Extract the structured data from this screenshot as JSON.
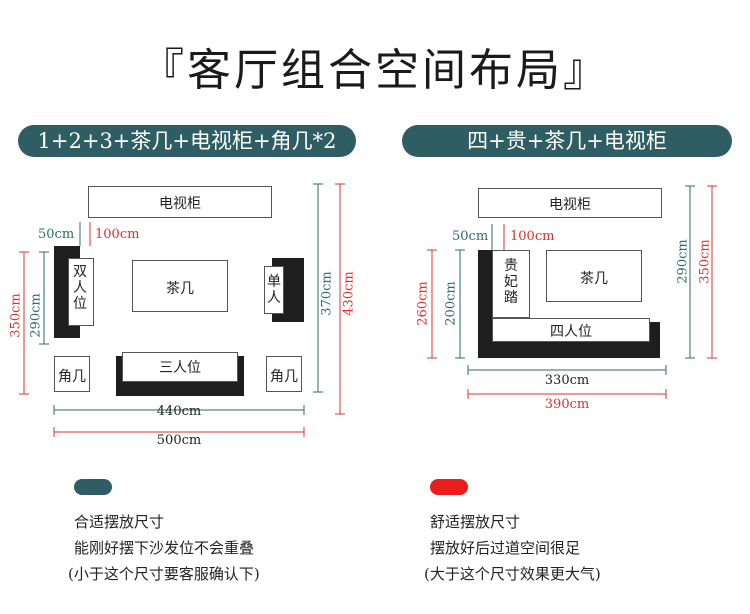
{
  "title": "『客厅组合空间布局』",
  "left_plan": {
    "header": "1+2+3+茶几+电视柜+角几*2",
    "tv_cabinet": "电视柜",
    "coffee_table": "茶几",
    "double_seat": "双人位",
    "single_seat": "单人",
    "triple_seat": "三人位",
    "corner_table_left": "角几",
    "corner_table_right": "角几",
    "dim_50": "50cm",
    "dim_100": "100cm",
    "dim_350": "350cm",
    "dim_290": "290cm",
    "dim_370": "370cm",
    "dim_430": "430cm",
    "dim_440": "440cm",
    "dim_500": "500cm"
  },
  "right_plan": {
    "header": "四+贵+茶几+电视柜",
    "tv_cabinet": "电视柜",
    "coffee_table": "茶几",
    "chaise": "贵妃踏",
    "four_seat": "四人位",
    "dim_50": "50cm",
    "dim_100": "100cm",
    "dim_260": "260cm",
    "dim_200": "200cm",
    "dim_290": "290cm",
    "dim_350": "350cm",
    "dim_330": "330cm",
    "dim_390": "390cm"
  },
  "legend": {
    "left": {
      "color": "#2e5e64",
      "line1": "合适摆放尺寸",
      "line2": "能刚好摆下沙发位不会重叠",
      "line3": "(小于这个尺寸要客服确认下)"
    },
    "right": {
      "color": "#e81e1e",
      "line1": "舒适摆放尺寸",
      "line2": "摆放好后过道空间很足",
      "line3": "(大于这个尺寸效果更大气)"
    }
  },
  "colors": {
    "teal": "#2e6a6e",
    "red": "#e0302c",
    "sofa": "#1e1e1e"
  }
}
